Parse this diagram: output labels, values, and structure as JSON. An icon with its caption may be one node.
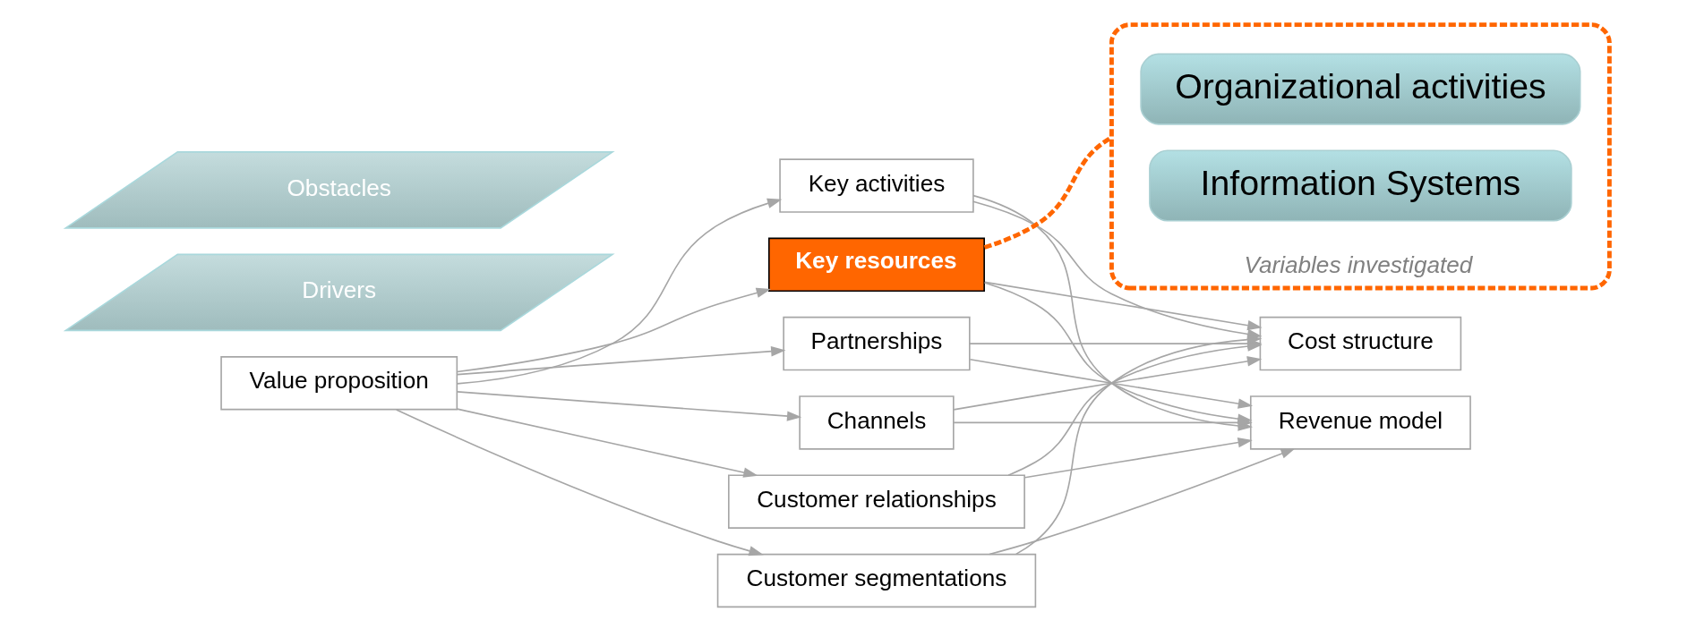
{
  "diagram": {
    "nodes": [
      {
        "text": [
          "Value proposition"
        ]
      },
      {
        "text": [
          "Key activities"
        ]
      },
      {
        "text": [
          "Key resources"
        ]
      },
      {
        "text": [
          "Partnerships"
        ]
      },
      {
        "text": [
          "Channels"
        ]
      },
      {
        "text": [
          "Customer relationships"
        ]
      },
      {
        "text": [
          "Customer segmentations"
        ]
      },
      {
        "text": [
          "Revenue model"
        ]
      },
      {
        "text": [
          "Cost structure"
        ]
      },
      {
        "text": [],
        "shape": "box",
        "beside": [
          "Variables investigated"
        ]
      },
      {
        "text": [
          "Organizational activities"
        ],
        "in": 9
      },
      {
        "text": [
          "Information Systems"
        ],
        "in": 9
      },
      {
        "text": [
          "Drivers"
        ]
      },
      {
        "text": [
          "Obstacles"
        ]
      }
    ],
    "edges": [
      {
        "from": 0,
        "to": 1,
        "arrow": "to"
      },
      {
        "from": 0,
        "to": 2,
        "arrow": "to"
      },
      {
        "from": 0,
        "to": 3,
        "arrow": "to"
      },
      {
        "from": 0,
        "to": 4,
        "arrow": "to"
      },
      {
        "from": 0,
        "to": 5,
        "arrow": "to"
      },
      {
        "from": 0,
        "to": 6,
        "arrow": "to"
      },
      {
        "from": 1,
        "to": 7,
        "arrow": "to"
      },
      {
        "from": 1,
        "to": 8,
        "arrow": "to"
      },
      {
        "from": 2,
        "to": 7,
        "arrow": "to"
      },
      {
        "from": 2,
        "to": 8,
        "arrow": "to"
      },
      {
        "from": 3,
        "to": 7,
        "arrow": "to"
      },
      {
        "from": 3,
        "to": 8,
        "arrow": "to"
      },
      {
        "from": 4,
        "to": 7,
        "arrow": "to"
      },
      {
        "from": 4,
        "to": 8,
        "arrow": "to"
      },
      {
        "from": 5,
        "to": 7,
        "arrow": "to"
      },
      {
        "from": 5,
        "to": 8,
        "arrow": "to"
      },
      {
        "from": 6,
        "to": 7,
        "arrow": "to"
      },
      {
        "from": 6,
        "to": 8,
        "arrow": "to"
      },
      {
        "from": 2,
        "to": 9,
        "arrow": "none",
        "style": "dashed",
        "color": "#ff6600"
      }
    ]
  }
}
